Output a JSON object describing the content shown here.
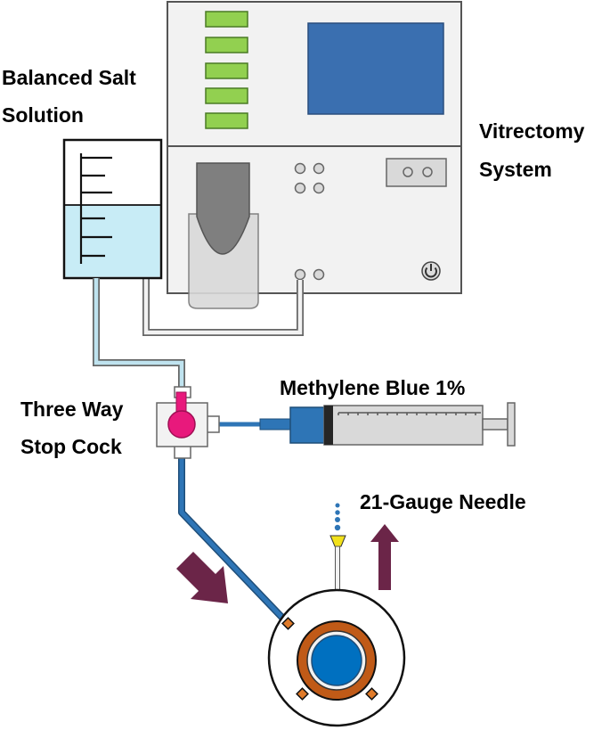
{
  "labels": {
    "solution_line1": "Balanced Salt",
    "solution_line2": "Solution",
    "system_line1": "Vitrectomy",
    "system_line2": "System",
    "stopcock_line1": "Three Way",
    "stopcock_line2": "Stop Cock",
    "syringe": "Methylene Blue 1%",
    "needle": "21-Gauge Needle"
  },
  "colors": {
    "machine_outline": "#555555",
    "machine_fill": "#f2f2f2",
    "green_buttons": "#92d050",
    "screen": "#3a6fb0",
    "saline_fill": "#c8ecf6",
    "saline_tubing": "#bfe3ef",
    "dye_tubing": "#2e75b6",
    "stopcock_valve": "#e8197c",
    "syringe_body": "#d9d9d9",
    "syringe_blue": "#2e75b6",
    "needle_hub": "#f2e11a",
    "droplets": "#2e75b6",
    "flow_arrows": "#6b2548",
    "eye_ring": "#c05a17",
    "eye_center": "#0070c0",
    "ports": "#e07b2a"
  },
  "icons": {
    "power": "power-icon",
    "flow_down": "arrow-down-right-icon",
    "flow_up": "arrow-up-icon"
  }
}
